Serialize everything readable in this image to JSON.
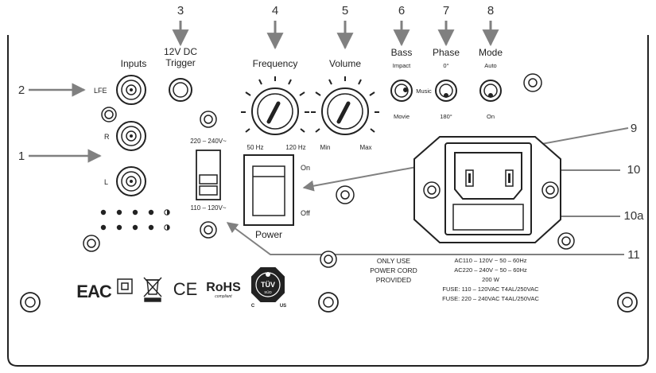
{
  "callouts": {
    "c1": "1",
    "c2": "2",
    "c3": "3",
    "c4": "4",
    "c5": "5",
    "c6": "6",
    "c7": "7",
    "c8": "8",
    "c9": "9",
    "c10": "10",
    "c10a": "10a",
    "c11": "11"
  },
  "labels": {
    "inputs": "Inputs",
    "lfe": "LFE",
    "r": "R",
    "l": "L",
    "trigger_line1": "12V DC",
    "trigger_line2": "Trigger",
    "frequency": "Frequency",
    "freq_min": "50 Hz",
    "freq_max": "120 Hz",
    "volume": "Volume",
    "vol_min": "Min",
    "vol_max": "Max",
    "bass": "Bass",
    "bass_top": "Impact",
    "bass_mid": "Music",
    "bass_bottom": "Movie",
    "phase": "Phase",
    "phase_top": "0°",
    "phase_bottom": "180°",
    "mode": "Mode",
    "mode_top": "Auto",
    "mode_bottom": "On",
    "voltage_high": "220 – 240V~",
    "voltage_low": "110 – 120V~",
    "power_on": "On",
    "power_off": "Off",
    "power": "Power",
    "cord_line1": "ONLY USE",
    "cord_line2": "POWER CORD",
    "cord_line3": "PROVIDED",
    "spec_line1": "AC110 – 120V ~ 50 – 60Hz",
    "spec_line2": "AC220 – 240V ~ 50 – 60Hz",
    "spec_line3": "200 W",
    "spec_line4": "FUSE: 110 – 120VAC T4AL/250VAC",
    "spec_line5": "FUSE: 220 – 240VAC T4AL/250VAC",
    "eac": "EAC",
    "ce": "CE",
    "rohs": "RoHS",
    "rohs_sub": "compliant",
    "tuv": "TÜV",
    "sud": "SÜD",
    "tuv_c": "C",
    "tuv_us": "US"
  },
  "colors": {
    "line": "#222222",
    "arrow": "#808080",
    "panel": "#ffffff"
  }
}
